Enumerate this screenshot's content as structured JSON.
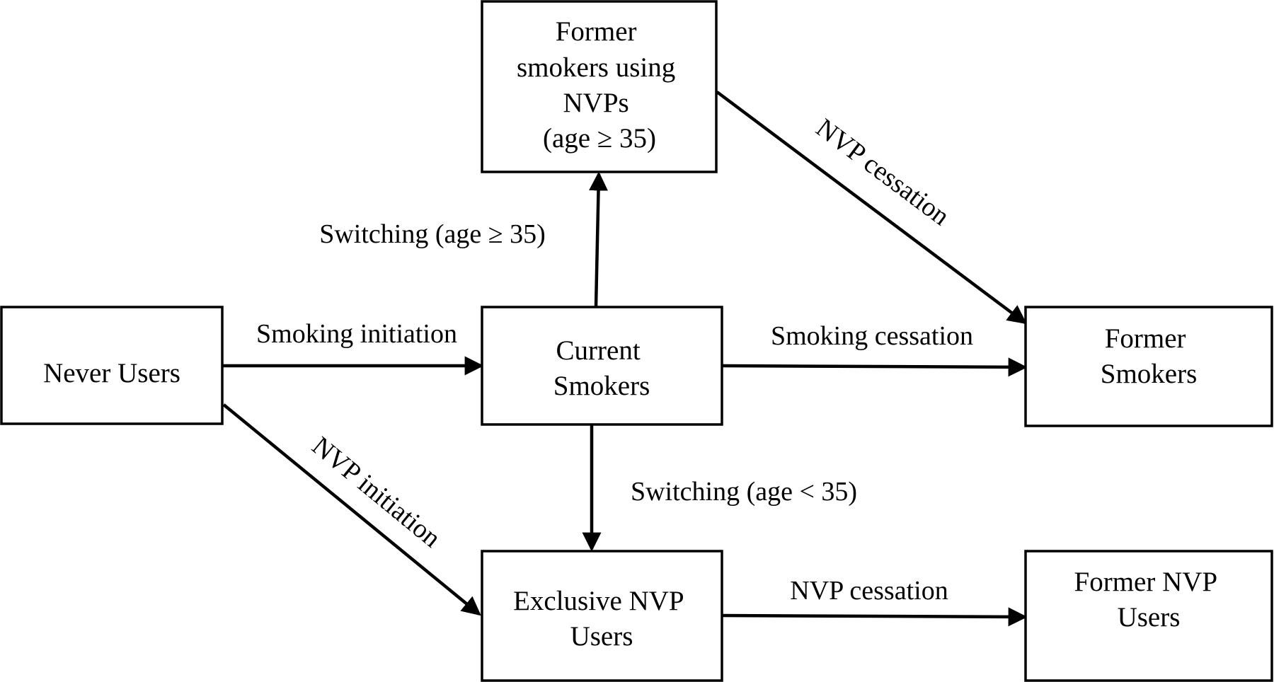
{
  "diagram": {
    "nodes": {
      "never_users": {
        "lines": [
          "Never Users"
        ]
      },
      "current_smokers": {
        "lines": [
          "Current",
          "Smokers"
        ]
      },
      "former_smokers_nvp": {
        "lines": [
          "Former",
          "smokers using",
          "NVPs",
          "(age ≥ 35)"
        ]
      },
      "former_smokers": {
        "lines": [
          "Former",
          "Smokers"
        ]
      },
      "exclusive_nvp": {
        "lines": [
          "Exclusive NVP",
          "Users"
        ]
      },
      "former_nvp": {
        "lines": [
          "Former NVP",
          "Users"
        ]
      }
    },
    "edges": {
      "smoking_initiation": "Smoking initiation",
      "smoking_cessation": "Smoking cessation",
      "switching_old": "Switching (age ≥ 35)",
      "switching_young": "Switching (age < 35)",
      "nvp_initiation": "NVP initiation",
      "nvp_cessation_top": "NVP cessation",
      "nvp_cessation_bottom": "NVP cessation"
    }
  }
}
